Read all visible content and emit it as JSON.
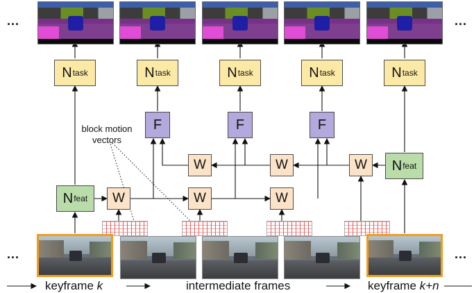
{
  "ellipsis": "...",
  "nodes": {
    "task": {
      "main": "N",
      "sub": "task"
    },
    "feat": {
      "main": "N",
      "sub": "feat"
    },
    "flow": "F",
    "warp": "W"
  },
  "annotation": {
    "line1": "block motion",
    "line2": "vectors"
  },
  "bottom": {
    "keyframe_left_prefix": "keyframe ",
    "keyframe_left_var": "k",
    "intermediate": "intermediate frames",
    "keyframe_right_prefix": "keyframe ",
    "keyframe_right_var": "k+n"
  },
  "colors": {
    "task": "#fde9a6",
    "feat": "#b9dca9",
    "flow": "#b4a9dc",
    "warp": "#fce3c8",
    "keyframe_border": "#f29c1e"
  }
}
